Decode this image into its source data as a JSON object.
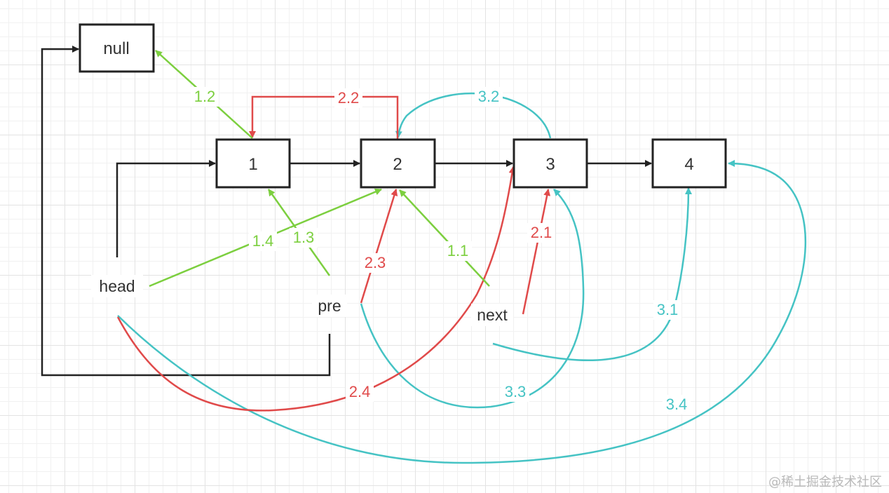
{
  "colors": {
    "black": "#222222",
    "green": "#7ccf3f",
    "red": "#e04a4a",
    "teal": "#45c3c4",
    "grid_major": "#e3e3e3",
    "grid_minor": "#f1f1f1"
  },
  "nodes": {
    "null": "null",
    "n1": "1",
    "n2": "2",
    "n3": "3",
    "n4": "4"
  },
  "variables": {
    "head": "head",
    "pre": "pre",
    "next": "next"
  },
  "steps": {
    "s1_1": "1.1",
    "s1_2": "1.2",
    "s1_3": "1.3",
    "s1_4": "1.4",
    "s2_1": "2.1",
    "s2_2": "2.2",
    "s2_3": "2.3",
    "s2_4": "2.4",
    "s3_1": "3.1",
    "s3_2": "3.2",
    "s3_3": "3.3",
    "s3_4": "3.4"
  },
  "watermark": "@稀土掘金技术社区"
}
